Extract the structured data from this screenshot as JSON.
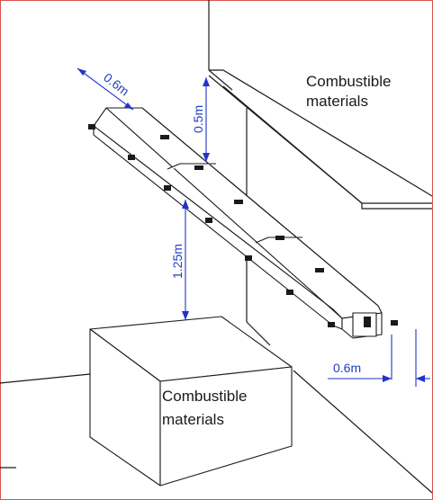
{
  "labels": {
    "wall_materials_line1": "Combustible",
    "wall_materials_line2": "materials",
    "box_materials_line1": "Combustible",
    "box_materials_line2": "materials"
  },
  "dimensions": {
    "width": "0.6m",
    "ceiling_gap": "0.5m",
    "height_above_box": "1.25m",
    "end_gap": "0.6m"
  },
  "colors": {
    "frame": "#d9534f",
    "dimension": "#2233cc",
    "line": "#1a1a1a"
  }
}
